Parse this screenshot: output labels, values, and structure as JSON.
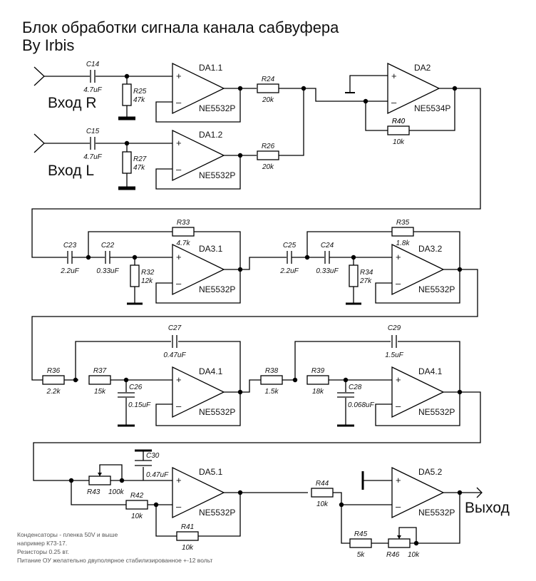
{
  "title": {
    "line1": "Блок обработки сигнала канала сабвуфера",
    "line2": "By Irbis"
  },
  "io": {
    "input_r": "Вход R",
    "input_l": "Вход L",
    "output": "Выход"
  },
  "opamps": {
    "da1_1": {
      "ref": "DA1.1",
      "part": "NE5532P"
    },
    "da1_2": {
      "ref": "DA1.2",
      "part": "NE5532P"
    },
    "da2": {
      "ref": "DA2",
      "part": "NE5534P"
    },
    "da3_1": {
      "ref": "DA3.1",
      "part": "NE5532P"
    },
    "da3_2": {
      "ref": "DA3.2",
      "part": "NE5532P"
    },
    "da4_1a": {
      "ref": "DA4.1",
      "part": "NE5532P"
    },
    "da4_1b": {
      "ref": "DA4.1",
      "part": "NE5532P"
    },
    "da5_1": {
      "ref": "DA5.1",
      "part": "NE5532P"
    },
    "da5_2": {
      "ref": "DA5.2",
      "part": "NE5532P"
    }
  },
  "components": {
    "C14": {
      "ref": "C14",
      "value": "4.7uF"
    },
    "C15": {
      "ref": "C15",
      "value": "4.7uF"
    },
    "R25": {
      "ref": "R25",
      "value": "47k"
    },
    "R27": {
      "ref": "R27",
      "value": "47k"
    },
    "R24": {
      "ref": "R24",
      "value": "20k"
    },
    "R26": {
      "ref": "R26",
      "value": "20k"
    },
    "R40": {
      "ref": "R40",
      "value": "10k"
    },
    "C23": {
      "ref": "C23",
      "value": "2.2uF"
    },
    "C22": {
      "ref": "C22",
      "value": "0.33uF"
    },
    "R32": {
      "ref": "R32",
      "value": "12k"
    },
    "R33": {
      "ref": "R33",
      "value": "4.7k"
    },
    "C25": {
      "ref": "C25",
      "value": "2.2uF"
    },
    "C24": {
      "ref": "C24",
      "value": "0.33uF"
    },
    "R34": {
      "ref": "R34",
      "value": "27k"
    },
    "R35": {
      "ref": "R35",
      "value": "1.8k"
    },
    "R36": {
      "ref": "R36",
      "value": "2.2k"
    },
    "R37": {
      "ref": "R37",
      "value": "15k"
    },
    "C26": {
      "ref": "C26",
      "value": "0.15uF"
    },
    "C27": {
      "ref": "C27",
      "value": "0.47uF"
    },
    "R38": {
      "ref": "R38",
      "value": "1.5k"
    },
    "R39": {
      "ref": "R39",
      "value": "18k"
    },
    "C28": {
      "ref": "C28",
      "value": "0.068uF"
    },
    "C29": {
      "ref": "C29",
      "value": "1.5uF"
    },
    "R43": {
      "ref": "R43",
      "value": "100k"
    },
    "C30": {
      "ref": "C30",
      "value": "0.47uF"
    },
    "R42": {
      "ref": "R42",
      "value": "10k"
    },
    "R41": {
      "ref": "R41",
      "value": "10k"
    },
    "R44": {
      "ref": "R44",
      "value": "10k"
    },
    "R45": {
      "ref": "R45",
      "value": "5k"
    },
    "R46": {
      "ref": "R46",
      "value": "10k"
    }
  },
  "notes": [
    "Конденсаторы - пленка 50V и выше",
    "например К73-17.",
    "Резисторы 0.25 вт.",
    "Питание ОУ желательно двуполярное стабилизированное +-12 вольт"
  ]
}
